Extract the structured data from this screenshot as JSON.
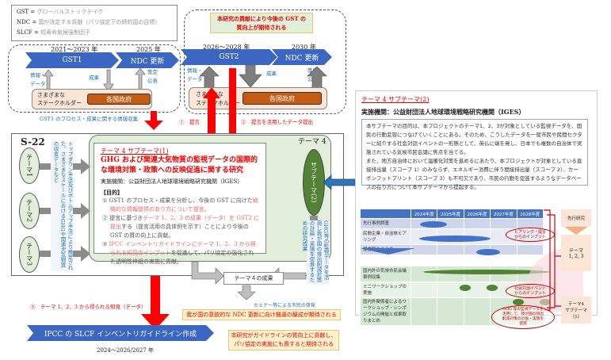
{
  "legend": [
    {
      "key": "GST =",
      "value": "グローバルストックテイク"
    },
    {
      "key": "NDC =",
      "value": "国が決定する貢献（パリ協定下の締約国の目標）"
    },
    {
      "key": "SLCF =",
      "value": "短寿命気候強制因子"
    }
  ],
  "timeline1": {
    "years": [
      "2021～2023 年",
      "2025 年"
    ],
    "chevrons": [
      "GST1",
      "NDC 更新"
    ],
    "labels": {
      "info": "情報・\nデータ",
      "result": "成果",
      "decision": "策定\n公表"
    },
    "stakeholder": "さまざまな\nステークホルダー",
    "government": "各国政府",
    "caption": "GST1 のプロセス・成果に関する情報収集"
  },
  "timeline2": {
    "contribution": "本研究の貢献により今後の GST の\n質向上が期待される",
    "years": [
      "2026～2028 年",
      "2030 年"
    ],
    "chevrons": [
      "GST2",
      "NDC 更新"
    ],
    "labels": {
      "info": "情報・\nデータ",
      "result": "成果",
      "decision": "策定\n公表"
    },
    "stakeholder": "さまざまな\nステークホルダー",
    "government": "各国政府",
    "proposal1": "①　提言",
    "proposal2": "②　提言を活用したデータ提出"
  },
  "s22": {
    "title": "S-22",
    "theme4_label": "テーマ 4",
    "themes": [
      "テーマ1",
      "テーマ2",
      "テーマ3"
    ],
    "vertical_text": "トップダウン手法及びボトムアップ手法により推定された、さまざまなスケールにおけるGHGや関連大気物質の収支データなど",
    "subtheme1": {
      "title": "テーマ 4 サブテーマ(1)",
      "heading": "GHG および関連大気物質の監視データの国際的な環境対策・政策への反映促進に関する研究",
      "org": "実施機関：公益財団法人地球環境戦略研究機関（IGES）",
      "purpose_label": "【目的】",
      "items": [
        {
          "num": "①",
          "text": "GST1 のプロセス・成果を分析し、今後の GST に向けた",
          "red": "戦略的な情報提供のあり方について提言。"
        },
        {
          "num": "②",
          "text": "提言に基づき",
          "red": "テーマ 1、2、3 の成果（データ）を GST2 に提出",
          "tail": "する（提言活用の具体例を示す）ことにより今後の GST の質の向上に貢献。"
        },
        {
          "num": "③",
          "red": "IPCC インベントリガイドラインにテーマ 1、2、3 から得られる知見のインプット",
          "tail": "を促進して、パリ協定の強化された透明性枠組の実施に貢献。"
        }
      ]
    },
    "subtheme2_oval": "サブテーマ(2)",
    "subtheme2_vertical": "GHG等の監視データを活用し我が国の排出削減対策の計画・実施を促進するための研究成果",
    "theme4_result": "テーマ４の成果",
    "seminar": "セミナー等による市民の啓発",
    "knowledge": "③　テーマ 1、2、3 から得られる知見（データ）",
    "ndc_expect": "我が国の意欲的な NDC 更新に向け機運の醸成が期待される"
  },
  "ipcc": {
    "chevron": "IPCC の SLCF インベントリガイドライン作成",
    "years": "2024～2026/2027 年",
    "expect": "本研究がガイドラインの質向上に貢献し、\nパリ協定の実施にも資すると期待される"
  },
  "right_panel": {
    "title": "テーマ 4 サブテーマ(2)",
    "org": "実施機関：公益財団法人地球環境戦略研究機関（IGES）",
    "body1": "本サブテーマの目的は、本プロジェクトのテーマ1、2、3が対象としている監視データを、国民の行動変容につなげていくことにある。そのため、こうしたデータを一般市民や民間セクターに紹介する社会対話イベントの一形態として、英仏に端を発し、日本でも複数の自治体で実施されている気候市民会議に焦点を当てる。",
    "body2": "また、地方自治体において温暖化対策を進めるにあたり、本プロジェクトが対象としている直接排出量（スコープ 1）のみならず、エネルギー消費に伴う間接排出量（スコープ 2）、カーボンフットプリント（スコープ 3）も不可欠であり、市民の行動を促進するようなデータベースの在り方について本サブテーマから提起する。",
    "gantt": {
      "years": [
        "2024年度",
        "2025年度",
        "2026年度",
        "2027年度",
        "2028年度"
      ],
      "tasks_blue": [
        "先行事例調査",
        "民間企業・自治体ヒアリング",
        "提言取りまとめ"
      ],
      "tasks_green": [
        "国内外の気候市民会議事例収集",
        "ミニワークショップの実施",
        "国内外関係者によるワークショップ・シンポジウムの開催と成果取りまとめ"
      ],
      "side_prior": "先行研究",
      "side_theme123": "テーマ\n1, 2, 3",
      "side_theme4": "テーマ4\nサブテーマ\n（1）",
      "note_hearing": "ヒアリング・提言\nからのインプット",
      "note_event": "社会対話イベント\nからのインプット",
      "note_ghg": "GHG 等の監視データを\n活用して、我が国の排出\n削減対策の計画・実施を\n促進"
    }
  }
}
